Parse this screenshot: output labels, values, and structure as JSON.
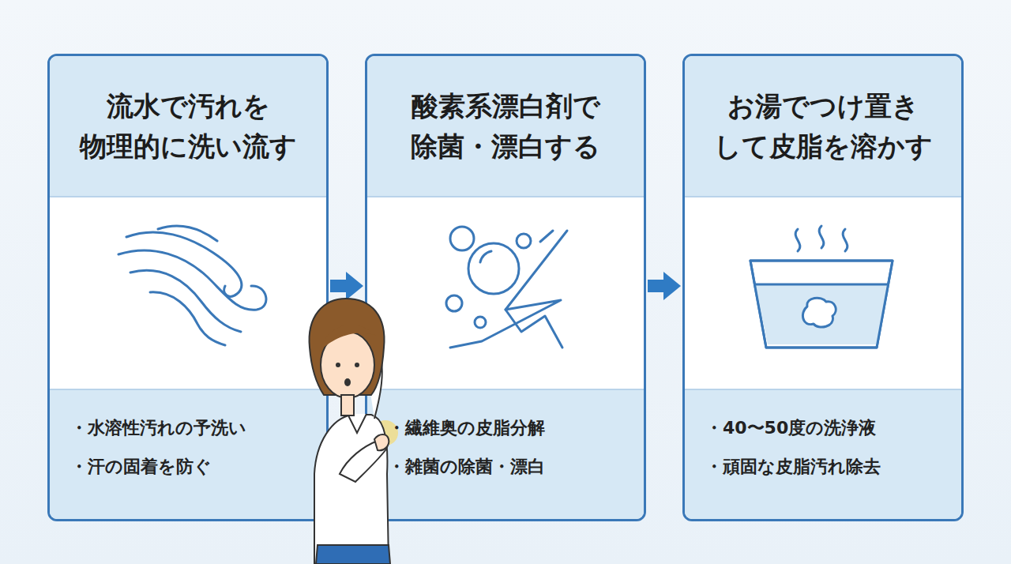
{
  "diagram": {
    "nodes": [
      {
        "text": [
          "流水で汚れを 物理的に洗い流す",
          "・水溶性汚れの予洗い",
          "・汗の固着を防ぐ"
        ]
      },
      {
        "text": [
          "酸素系漂白剤で 除菌・漂白する",
          "・繊維奥の皮脂分解",
          "・雑菌の除菌・漂白"
        ]
      },
      {
        "text": [
          "お湯でつけ置き して皮脂を溶かす",
          "・40〜50度の洗浄液",
          "・頑固な皮脂汚れ除去"
        ]
      }
    ],
    "edges": [
      {
        "from": 0,
        "to": 1,
        "arrow": "to"
      },
      {
        "from": 1,
        "to": 2,
        "arrow": "to"
      }
    ]
  }
}
